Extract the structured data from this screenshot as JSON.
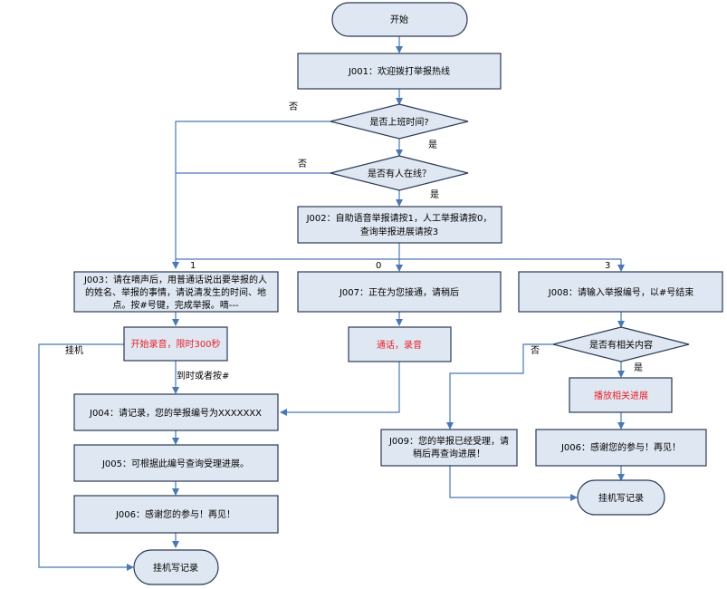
{
  "colors": {
    "box_fill": "#dfe7f2",
    "box_stroke": "#2b3b55",
    "arrow": "#4a78b5",
    "highlight_text": "#e8202a"
  },
  "nodes": {
    "start": "开始",
    "j001": "J001：欢迎拨打举报热线",
    "q_work_time": "是否上班时间?",
    "q_agent_online": "是否有人在线？",
    "j002_line1": "J002：自助语音举报请按1，人工举报请按0，",
    "j002_line2": "查询举报进展请按3",
    "j003_line1": "J003：请在嘀声后，用普通话说出要举报的人",
    "j003_line2": "的姓名、举报的事情，请说清发生的时间、地",
    "j003_line3": "点。按#号键，完成举报。嘀---",
    "j007": "J007：正在为您接通，请稍后",
    "j008": "J008：请输入举报编号，以#号结束",
    "start_recording": "开始录音，限时300秒",
    "call": "通话，录音",
    "q_has_content": "是否有相关内容",
    "play_progress": "播放相关进展",
    "j004": "J004：请记录，您的举报编号为XXXXXXX",
    "j005": "J005：可根据此编号查询受理进展。",
    "j006_left": "J006：感谢您的参与！再见！",
    "j006_right": "J006：感谢您的参与！再见！",
    "j009_line1": "J009：您的举报已经受理，请",
    "j009_line2": "稍后再查询进展！",
    "hangup_left": "挂机写记录",
    "hangup_right": "挂机写记录"
  },
  "edge_labels": {
    "no_work_time": "否",
    "yes_work_time": "是",
    "no_agent": "否",
    "yes_agent": "是",
    "option_1": "1",
    "option_0": "0",
    "option_3": "3",
    "hangup": "挂机",
    "timeout_or_key": "到时或者按#",
    "no_content": "否",
    "yes_content": "是"
  }
}
